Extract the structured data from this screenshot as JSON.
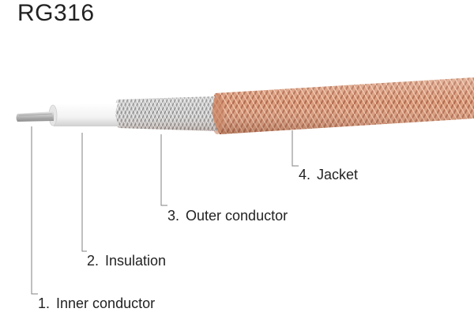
{
  "title": "RG316",
  "labels": [
    {
      "num": "1.",
      "text": "Inner conductor"
    },
    {
      "num": "2.",
      "text": "Insulation"
    },
    {
      "num": "3.",
      "text": "Outer conductor"
    },
    {
      "num": "4.",
      "text": "Jacket"
    }
  ],
  "colors": {
    "jacket": "#d89a7a",
    "jacket_dark": "#b46e52",
    "shield": "#c9c9c9",
    "insulation": "#f4f4f4",
    "conductor": "#bdbdbd",
    "leader_line": "#777777"
  }
}
